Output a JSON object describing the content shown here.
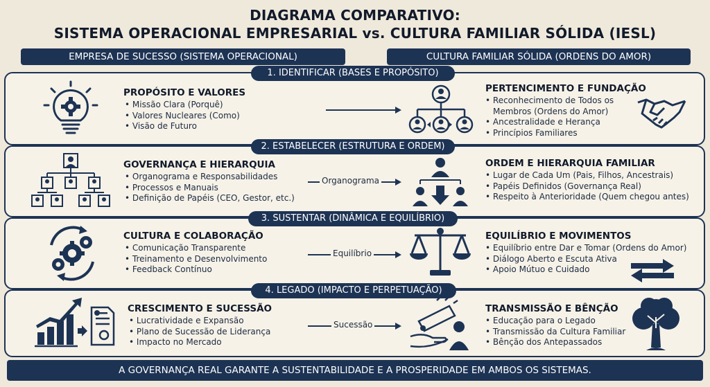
{
  "title": {
    "line1": "DIAGRAMA COMPARATIVO:",
    "line2": "SISTEMA OPERACIONAL EMPRESARIAL vs. CULTURA FAMILIAR SÓLIDA (IESL)"
  },
  "columns": {
    "left": "EMPRESA DE SUCESSO (SISTEMA OPERACIONAL)",
    "right": "CULTURA FAMILIAR SÓLIDA (ORDENS DO AMOR)"
  },
  "stages": [
    {
      "label": "1. IDENTIFICAR (BASES E PROPÓSITO)",
      "left": {
        "icon": "lightbulb-gear-icon",
        "title": "PROPÓSITO E VALORES",
        "bullets": [
          "Missão Clara (Porquê)",
          "Valores Nucleares (Como)",
          "Visão de Futuro"
        ]
      },
      "arrow_label": "",
      "center_icon": "family-network-icon",
      "right": {
        "icon": "handshake-icon",
        "title": "PERTENCIMENTO E FUNDAÇÃO",
        "bullets": [
          "Reconhecimento de Todos os",
          "Membros (Ordens do Amor)",
          "Ancestralidade e Herança",
          "Princípios Familiares"
        ]
      }
    },
    {
      "label": "2. ESTABELECER (ESTRUTURA E ORDEM)",
      "left": {
        "icon": "org-chart-icon",
        "title": "GOVERNANÇA E HIERARQUIA",
        "bullets": [
          "Organograma e Responsabilidades",
          "Processos e Manuais",
          "Definição de Papéis (CEO, Gestor, etc.)"
        ]
      },
      "arrow_label": "Organograma",
      "center_icon": "family-hierarchy-icon",
      "right": {
        "title": "ORDEM E HIERARQUIA FAMILIAR",
        "bullets": [
          "Lugar de Cada Um (Pais, Filhos, Ancestrais)",
          "Papéis Definidos (Governança Real)",
          "Respeito à Anterioridade (Quem chegou antes)"
        ]
      }
    },
    {
      "label": "3. SUSTENTAR (DINÂMICA E EQUILÍBRIO)",
      "left": {
        "icon": "gears-cycle-icon",
        "title": "CULTURA E COLABORAÇÃO",
        "bullets": [
          "Comunicação Transparente",
          "Treinamento e Desenvolvimento",
          "Feedback Contínuo"
        ]
      },
      "arrow_label": "Equilíbrio",
      "center_icon": "balance-scale-icon",
      "right": {
        "icon": "exchange-arrows-icon",
        "title": "EQUILÍBRIO E MOVIMENTOS",
        "bullets": [
          "Equilíbrio entre Dar e Tomar (Ordens do Amor)",
          "Diálogo Aberto e Escuta Ativa",
          "Apoio Mútuo e Cuidado"
        ]
      }
    },
    {
      "label": "4. LEGADO (IMPACTO E PERPETUAÇÃO)",
      "left": {
        "icon": "growth-chart-key-icon",
        "title": "CRESCIMENTO E SUCESSÃO",
        "bullets": [
          "Lucratividade e Expansão",
          "Plano de Sucessão de Liderança",
          "Impacto no Mercado"
        ]
      },
      "arrow_label": "Sucessão",
      "center_icon": "scroll-handover-icon",
      "right": {
        "icon": "tree-icon",
        "title": "TRANSMISSÃO E BÊNÇÃO",
        "bullets": [
          "Educação para o Legado",
          "Transmissão da Cultura Familiar",
          "Bênção dos Antepassados"
        ]
      }
    }
  ],
  "footer": "A GOVERNANÇA REAL GARANTE A SUSTENTABILIDADE E A PROSPERIDADE EM AMBOS OS SISTEMAS."
}
